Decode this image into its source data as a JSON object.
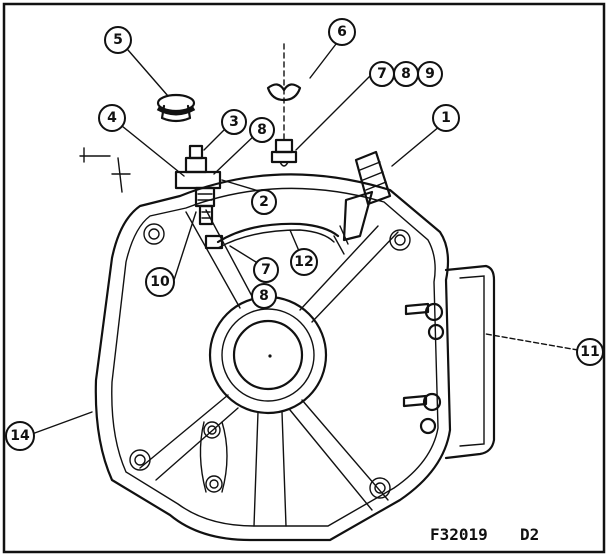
{
  "diagram": {
    "document_id": "F32019",
    "revision": "D2",
    "callouts": {
      "c1": "1",
      "c2": "2",
      "c3": "3",
      "c4": "4",
      "c5": "5",
      "c6": "6",
      "c7a": "7",
      "c8a": "8",
      "c9": "9",
      "c7b": "7",
      "c8b": "8",
      "c8c": "8",
      "c10": "10",
      "c11": "11",
      "c12": "12",
      "c14": "14"
    }
  }
}
